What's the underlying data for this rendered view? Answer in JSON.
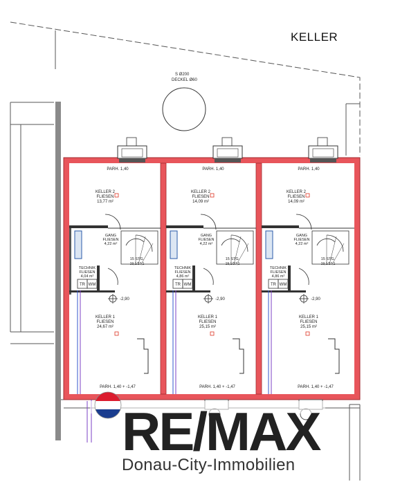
{
  "title": "KELLER",
  "shaft_note": {
    "line1": "S Ø200",
    "line2": "DECKEL Ø60"
  },
  "units": [
    {
      "parking_top": "PARH. 1,40",
      "keller2": {
        "name": "KELLER 2",
        "floor": "FLIESEN",
        "area": "13,77 m²"
      },
      "gang": {
        "name": "GANG",
        "floor": "FLIESEN",
        "area": "4,22 m²"
      },
      "technik": {
        "name": "TECHNIK",
        "floor": "FLIESEN",
        "area": "4,04 m²"
      },
      "keller1": {
        "name": "KELLER 1",
        "floor": "FLIESEN",
        "area": "24,67 m²"
      },
      "level": "-2,90",
      "parking_bottom": "PARH. 1,40 + -1,47",
      "stairs": "15 STG.",
      "stairs_ratio": "19,1/27,1",
      "tr": "TR",
      "wm": "WM"
    },
    {
      "parking_top": "PARH. 1,40",
      "keller2": {
        "name": "KELLER 2",
        "floor": "FLIESEN",
        "area": "14,09 m²"
      },
      "gang": {
        "name": "GANG",
        "floor": "FLIESEN",
        "area": "4,22 m²"
      },
      "technik": {
        "name": "TECHNIK",
        "floor": "FLIESEN",
        "area": "4,86 m²"
      },
      "keller1": {
        "name": "KELLER 1",
        "floor": "FLIESEN",
        "area": "25,15 m²"
      },
      "level": "-2,90",
      "parking_bottom": "PARH. 1,40 + -1,47",
      "stairs": "15 STG.",
      "stairs_ratio": "19,1/27,1",
      "tr": "TR",
      "wm": "WM"
    },
    {
      "parking_top": "PARH. 1,40",
      "keller2": {
        "name": "KELLER 2",
        "floor": "FLIESEN",
        "area": "14,09 m²"
      },
      "gang": {
        "name": "GANG",
        "floor": "FLIESEN",
        "area": "4,22 m²"
      },
      "technik": {
        "name": "TECHNIK",
        "floor": "FLIESEN",
        "area": "4,86 m²"
      },
      "keller1": {
        "name": "KELLER 1",
        "floor": "FLIESEN",
        "area": "25,15 m²"
      },
      "level": "-2,90",
      "parking_bottom": "PARH. 1,40 + -1,47",
      "stairs": "15 STG.",
      "stairs_ratio": "19,1/27,1",
      "tr": "TR",
      "wm": "WM"
    }
  ],
  "logo": {
    "brand": "RE/MAX",
    "tagline": "Donau-City-Immobilien"
  },
  "colors": {
    "wall": "#e8555b",
    "wall_dark": "#b02a30",
    "line": "#333333",
    "logo_red": "#dc1c2e",
    "logo_blue": "#1a3d8f"
  }
}
